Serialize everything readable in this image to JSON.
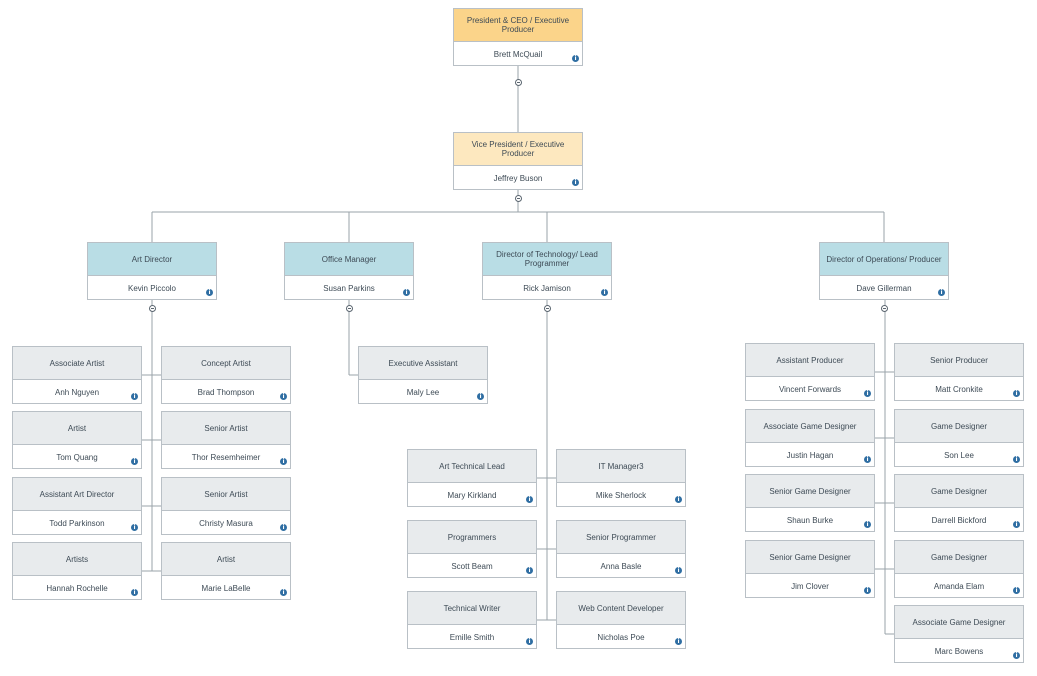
{
  "nodes": [
    {
      "id": "ceo",
      "title": "President & CEO / Executive Producer",
      "name": "Brett McQuail",
      "style": "exec"
    },
    {
      "id": "vp",
      "title": "Vice President / Executive Producer",
      "name": "Jeffrey Buson",
      "style": "vp"
    },
    {
      "id": "art-dir",
      "title": "Art Director",
      "name": "Kevin Piccolo",
      "style": "dir"
    },
    {
      "id": "office-mgr",
      "title": "Office Manager",
      "name": "Susan Parkins",
      "style": "dir"
    },
    {
      "id": "tech-dir",
      "title": "Director of Technology/ Lead Programmer",
      "name": "Rick Jamison",
      "style": "dir"
    },
    {
      "id": "ops-dir",
      "title": "Director of Operations/ Producer",
      "name": "Dave Gillerman",
      "style": "dir"
    },
    {
      "id": "a1",
      "title": "Associate Artist",
      "name": "Anh Nguyen",
      "style": "staff"
    },
    {
      "id": "a2",
      "title": "Concept Artist",
      "name": "Brad Thompson",
      "style": "staff"
    },
    {
      "id": "a3",
      "title": "Artist",
      "name": "Tom Quang",
      "style": "staff"
    },
    {
      "id": "a4",
      "title": "Senior Artist",
      "name": "Thor Resemheimer",
      "style": "staff"
    },
    {
      "id": "a5",
      "title": "Assistant Art Director",
      "name": "Todd Parkinson",
      "style": "staff"
    },
    {
      "id": "a6",
      "title": "Senior Artist",
      "name": "Christy Masura",
      "style": "staff"
    },
    {
      "id": "a7",
      "title": "Artists",
      "name": "Hannah Rochelle",
      "style": "staff"
    },
    {
      "id": "a8",
      "title": "Artist",
      "name": "Marie LaBelle",
      "style": "staff"
    },
    {
      "id": "o1",
      "title": "Executive Assistant",
      "name": "Maly Lee",
      "style": "staff"
    },
    {
      "id": "t1",
      "title": "Art Technical Lead",
      "name": "Mary Kirkland",
      "style": "staff"
    },
    {
      "id": "t2",
      "title": "IT Manager3",
      "name": "Mike Sherlock",
      "style": "staff"
    },
    {
      "id": "t3",
      "title": "Programmers",
      "name": "Scott Beam",
      "style": "staff"
    },
    {
      "id": "t4",
      "title": "Senior Programmer",
      "name": "Anna Basle",
      "style": "staff"
    },
    {
      "id": "t5",
      "title": "Technical Writer",
      "name": "Emille Smith",
      "style": "staff"
    },
    {
      "id": "t6",
      "title": "Web Content Developer",
      "name": "Nicholas Poe",
      "style": "staff"
    },
    {
      "id": "p1",
      "title": "Assistant Producer",
      "name": "Vincent Forwards",
      "style": "staff"
    },
    {
      "id": "p2",
      "title": "Senior Producer",
      "name": "Matt Cronkite",
      "style": "staff"
    },
    {
      "id": "p3",
      "title": "Associate Game Designer",
      "name": "Justin Hagan",
      "style": "staff"
    },
    {
      "id": "p4",
      "title": "Game Designer",
      "name": "Son Lee",
      "style": "staff"
    },
    {
      "id": "p5",
      "title": "Senior Game Designer",
      "name": "Shaun Burke",
      "style": "staff"
    },
    {
      "id": "p6",
      "title": "Game Designer",
      "name": "Darrell Bickford",
      "style": "staff"
    },
    {
      "id": "p7",
      "title": "Senior Game Designer",
      "name": "Jim Clover",
      "style": "staff"
    },
    {
      "id": "p8",
      "title": "Game Designer",
      "name": "Amanda Elam",
      "style": "staff"
    },
    {
      "id": "p9",
      "title": "Associate Game Designer",
      "name": "Marc Bowens",
      "style": "staff"
    }
  ],
  "icons": {
    "info": "info-icon",
    "collapse": "collapse-icon"
  },
  "colors": {
    "exec": "#fbd48a",
    "vp": "#fde8bf",
    "director": "#b9dde5",
    "staff": "#e8ebed",
    "line": "#9aa3aa",
    "info": "#2f6ea3"
  }
}
